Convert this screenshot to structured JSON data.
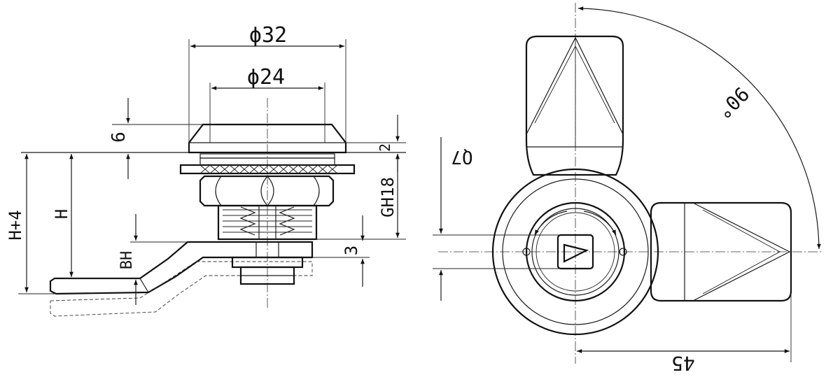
{
  "drawing": {
    "side_view": {
      "dim_flange_diameter": "ϕ32",
      "dim_boss_diameter": "ϕ24",
      "dim_head_height": "6",
      "dim_flange_thickness": "2",
      "dim_grip": "GH18",
      "dim_cam_thickness": "3",
      "dim_h_plus_4": "H+4",
      "dim_h": "H",
      "dim_bh": "BH"
    },
    "front_view": {
      "dim_key_square": "Q7",
      "dim_rotation_angle": "90°",
      "dim_handle_length": "45",
      "indicator_locked_color": "#d9302a",
      "indicator_unlocked_color": "#2e9e3a"
    }
  }
}
